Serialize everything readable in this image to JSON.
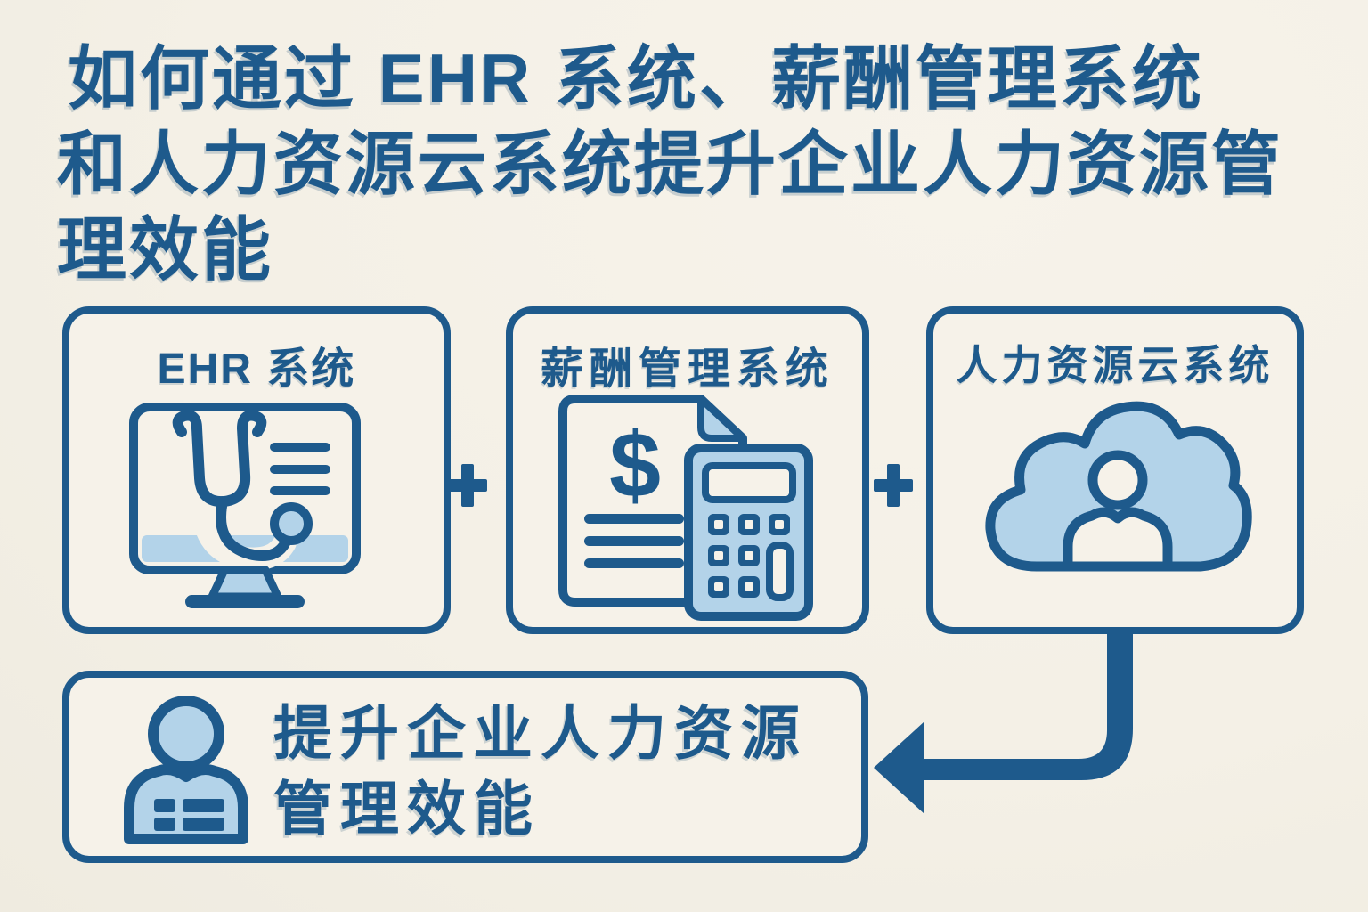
{
  "page": {
    "background": "#f4f0e6",
    "accent_dark": "#1e5a8c",
    "accent_light": "#b3d3e9",
    "box_fill": "#f6f2e9"
  },
  "title": {
    "lines": [
      "如何通过 EHR 系统、薪酬管理系统",
      "和人力资源云系统提升企业人力资源管",
      "理效能"
    ]
  },
  "system_boxes": [
    {
      "label": "EHR 系统",
      "icon": "monitor-stethoscope-icon"
    },
    {
      "label": "薪酬管理系统",
      "icon": "payroll-document-calculator-icon"
    },
    {
      "label": "人力资源云系统",
      "icon": "cloud-user-icon"
    }
  ],
  "operators": {
    "plus": "+"
  },
  "result_box": {
    "icon": "employee-badge-icon",
    "lines": [
      "提升企业人力资源",
      "管理效能"
    ]
  },
  "icons": {
    "dollar_symbol": "$"
  }
}
